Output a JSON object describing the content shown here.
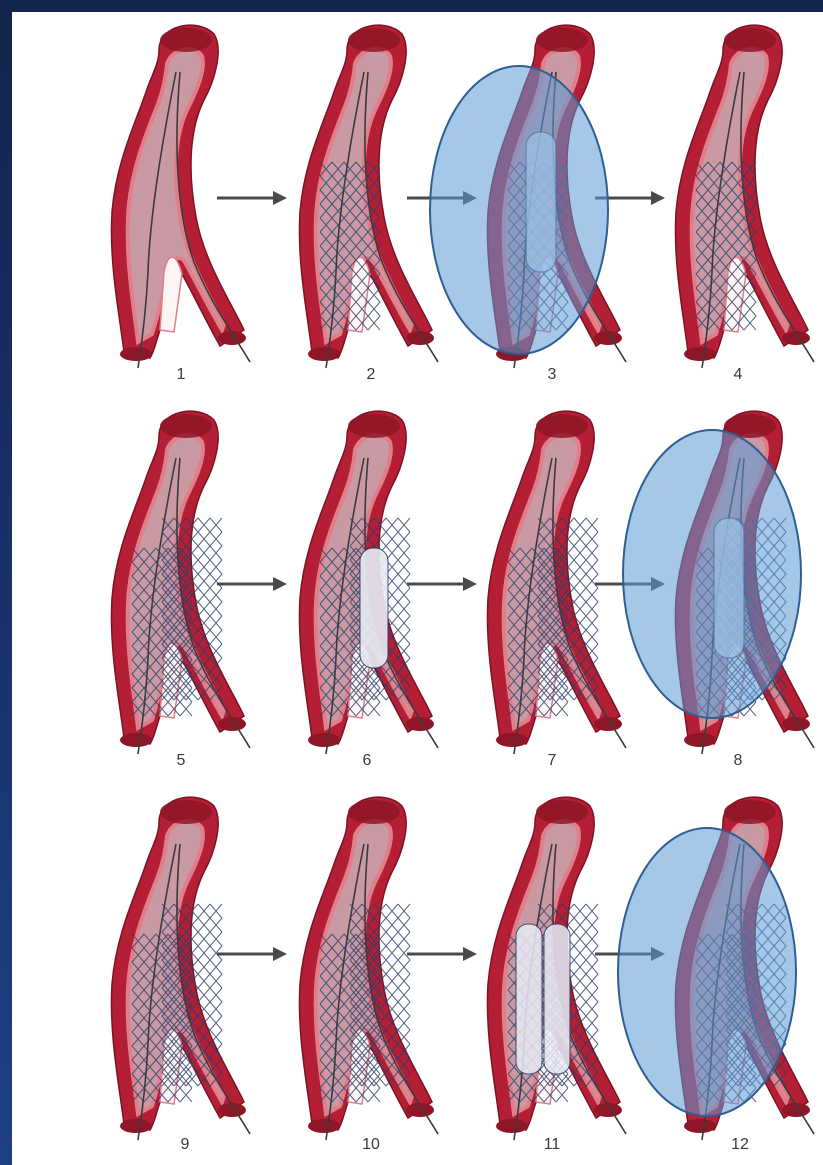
{
  "steps": [
    {
      "label": "1",
      "highlighted": false
    },
    {
      "label": "2",
      "highlighted": false
    },
    {
      "label": "3",
      "highlighted": true
    },
    {
      "label": "4",
      "highlighted": false
    },
    {
      "label": "5",
      "highlighted": false
    },
    {
      "label": "6",
      "highlighted": false
    },
    {
      "label": "7",
      "highlighted": false
    },
    {
      "label": "8",
      "highlighted": true
    },
    {
      "label": "9",
      "highlighted": false
    },
    {
      "label": "10",
      "highlighted": false
    },
    {
      "label": "11",
      "highlighted": false
    },
    {
      "label": "12",
      "highlighted": true
    }
  ],
  "colors": {
    "background_top": "#13244d",
    "background_bottom": "#1f3f86",
    "vessel_wall": "#b51f35",
    "vessel_wall_light": "#e07f8a",
    "lumen": "#c99aa4",
    "stent": "#2c3f68",
    "balloon": "#e9ecf6",
    "highlight_fill": "#5b9bd5",
    "highlight_stroke": "#2f5f93",
    "arrow": "#4a4a4a"
  }
}
